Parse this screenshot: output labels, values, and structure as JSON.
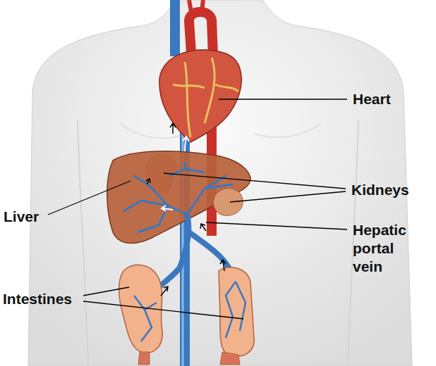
{
  "diagram": {
    "labels": [
      "Heart",
      "Kidneys",
      "Liver",
      "Hepatic portal vein",
      "Intestines"
    ]
  }
}
